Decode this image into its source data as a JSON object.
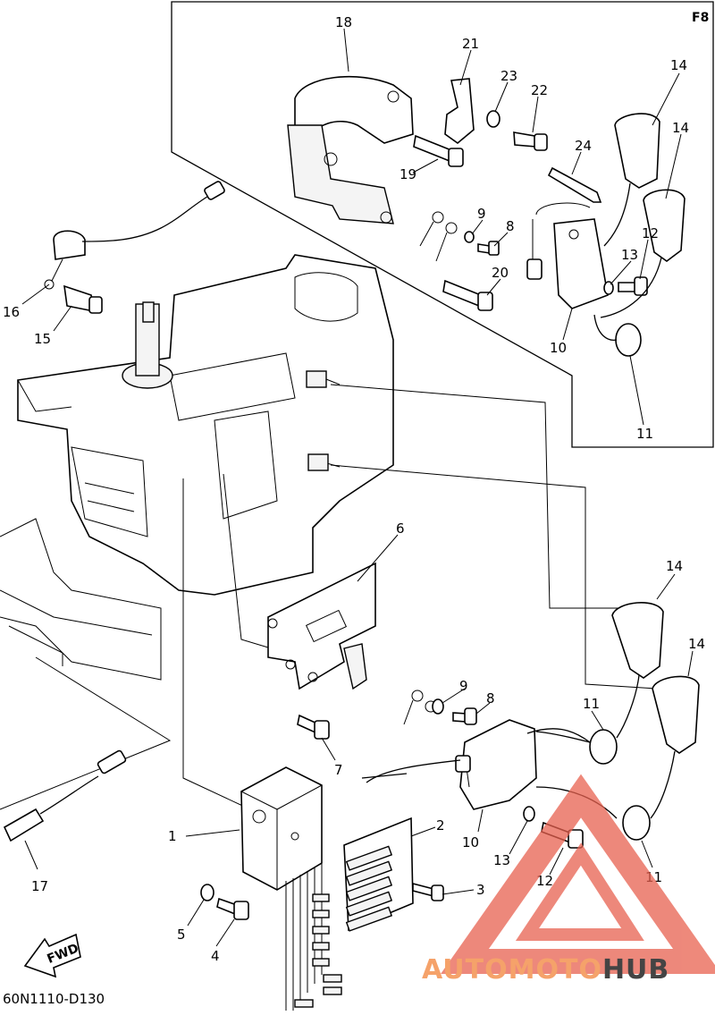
{
  "diagram": {
    "section_code": "F8",
    "drawing_code": "60N1110-D130",
    "direction_label": "FWD",
    "callouts": {
      "c1": "1",
      "c2": "2",
      "c3": "3",
      "c4": "4",
      "c5": "5",
      "c6": "6",
      "c7": "7",
      "c8a": "8",
      "c8b": "8",
      "c9a": "9",
      "c9b": "9",
      "c10a": "10",
      "c10b": "10",
      "c11a": "11",
      "c11b": "11",
      "c11c": "11",
      "c12a": "12",
      "c12b": "12",
      "c13a": "13",
      "c13b": "13",
      "c14a": "14",
      "c14b": "14",
      "c14c": "14",
      "c14d": "14",
      "c15": "15",
      "c16": "16",
      "c17": "17",
      "c18": "18",
      "c19": "19",
      "c20": "20",
      "c21": "21",
      "c22": "22",
      "c23": "23",
      "c24": "24"
    }
  },
  "watermark": {
    "part1": "AUTO",
    "part2": "MOTO",
    "part3": "HUB",
    "colors": {
      "accent": "#e8614f",
      "orange": "#f5a26a",
      "dark": "#444444"
    }
  }
}
